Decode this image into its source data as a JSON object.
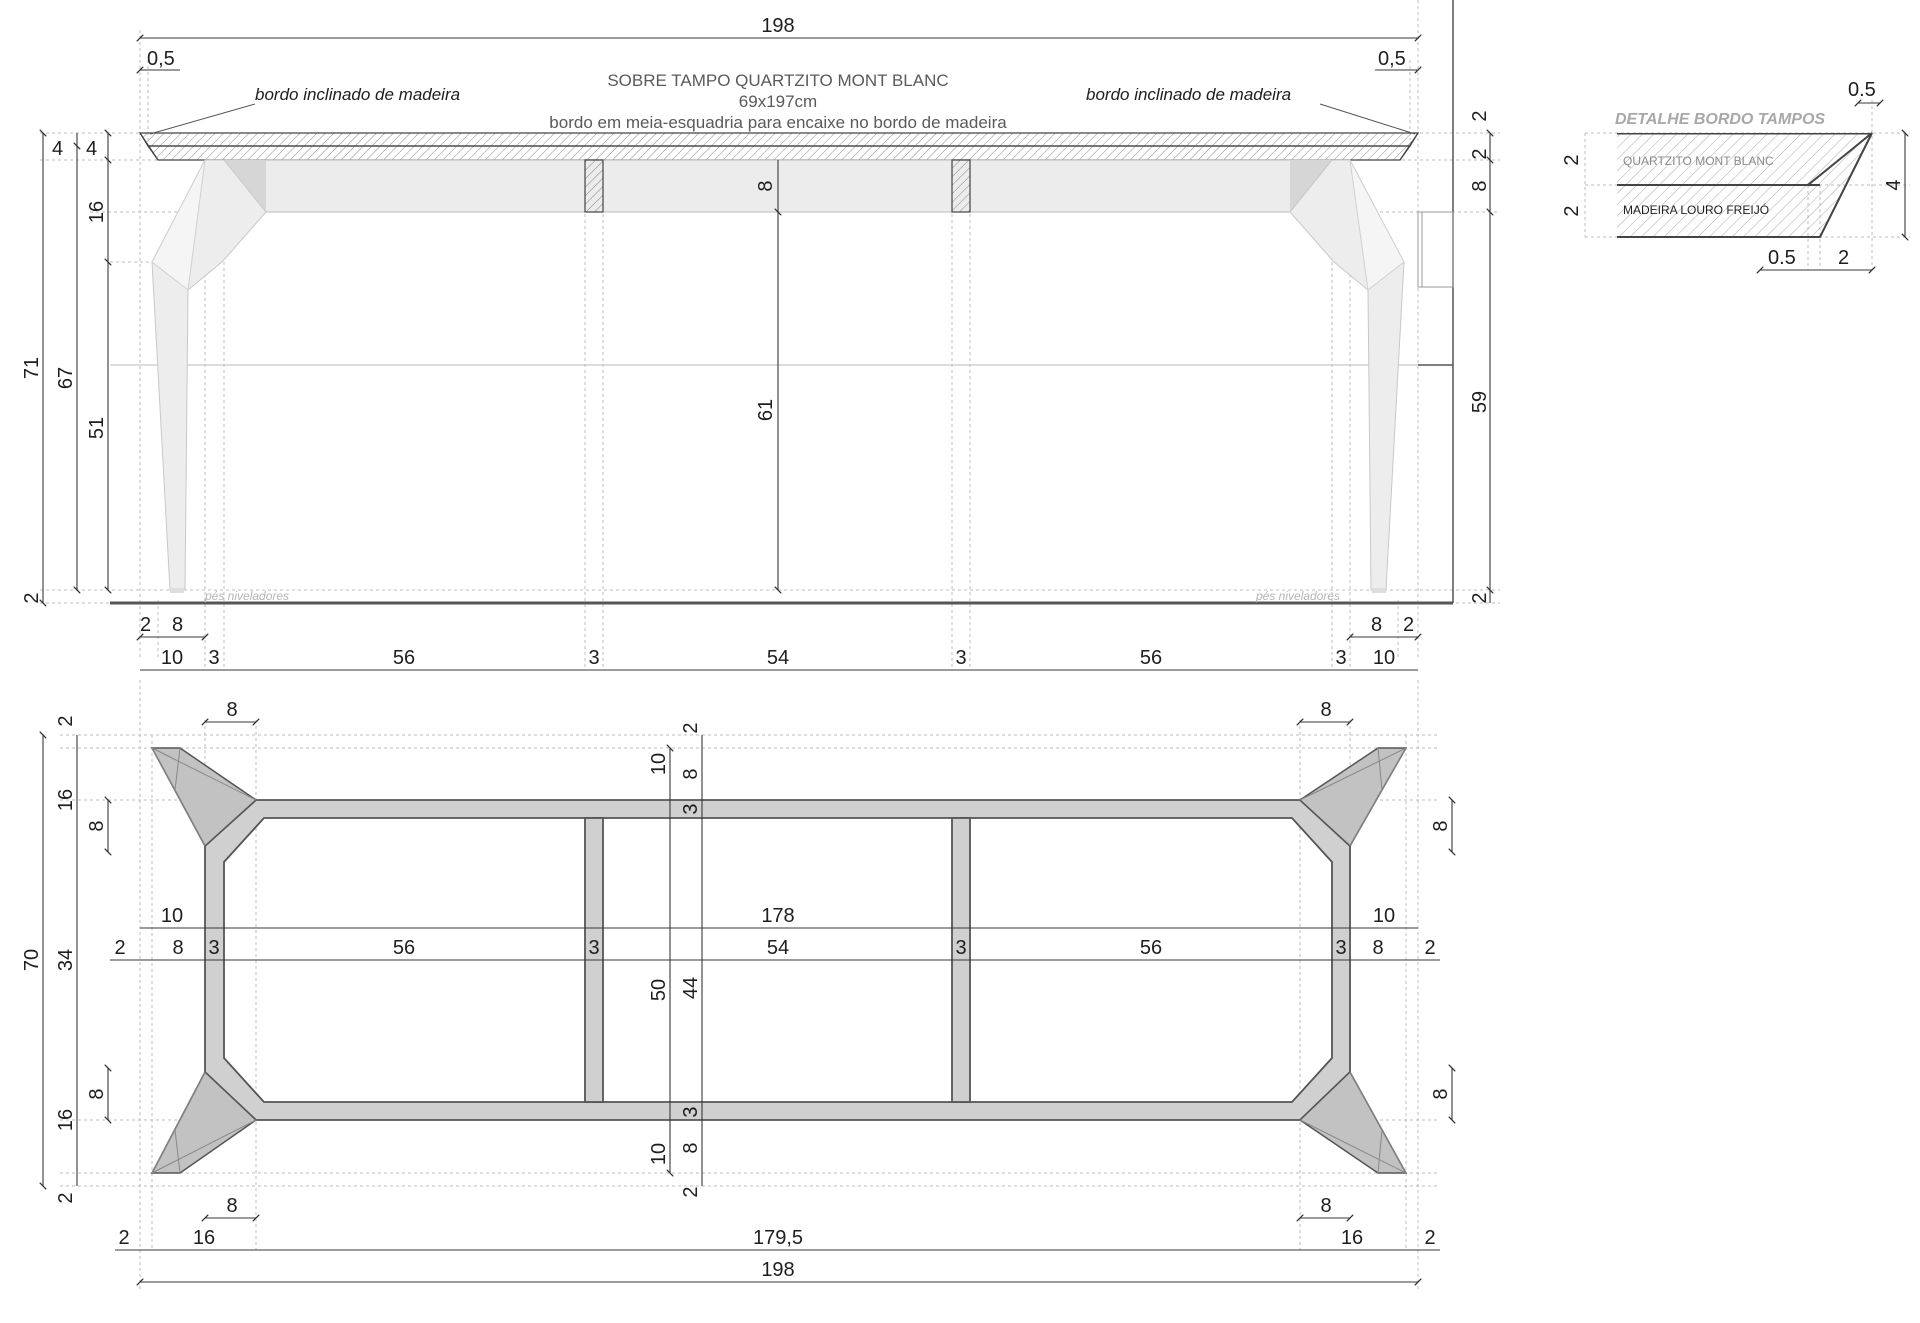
{
  "elevation": {
    "title_line1": "SOBRE TAMPO QUARTZITO MONT BLANC",
    "title_line2": "69x197cm",
    "title_line3": "bordo em meia-esquadria para encaixe no bordo de madeira",
    "note_left": "bordo inclinado de madeira",
    "note_right": "bordo inclinado de madeira",
    "feet_left": "pés niveladores",
    "feet_right": "pés niveladores",
    "dim_total": "198",
    "dim_edge_left": "0,5",
    "dim_edge_right": "0,5",
    "dim_height_total": "71",
    "dim_height_67": "67",
    "dim_top_4a": "4",
    "dim_top_4b": "4",
    "dim_apron_16": "16",
    "dim_leg_51": "51",
    "dim_foot_2": "2",
    "dim_apron_8": "8",
    "dim_clear_61": "61",
    "dim_r_2a": "2",
    "dim_r_2b": "2",
    "dim_r_8": "8",
    "dim_r_59": "59",
    "dim_r_2c": "2",
    "dim_b_2": "2",
    "dim_b_8": "8",
    "dim_b_8r": "8",
    "dim_b_2r": "2",
    "bottom_row": [
      "10",
      "3",
      "56",
      "3",
      "54",
      "3",
      "56",
      "3",
      "10"
    ]
  },
  "detail": {
    "title": "DETALHE BORDO TAMPOS",
    "stone_label": "QUARTZITO MONT BLANC",
    "wood_label": "MADEIRA LOURO FREIJÓ",
    "dim_top": "0.5",
    "dim_left_a": "2",
    "dim_left_b": "2",
    "dim_right": "4",
    "dim_bottom_a": "0.5",
    "dim_bottom_b": "2"
  },
  "plan": {
    "dim_top_8_left": "8",
    "dim_top_8_right": "8",
    "dim_left_2a": "2",
    "dim_left_16a": "16",
    "dim_left_8a": "8",
    "dim_left_70": "70",
    "dim_left_34": "34",
    "dim_left_8b": "8",
    "dim_left_16b": "16",
    "dim_left_2b": "2",
    "dim_right_8a": "8",
    "dim_right_8b": "8",
    "dim_c_2a": "2",
    "dim_c_8a": "8",
    "dim_c_10a": "10",
    "dim_c_3a": "3",
    "dim_c_50": "50",
    "dim_c_44": "44",
    "dim_c_3b": "3",
    "dim_c_8b": "8",
    "dim_c_10b": "10",
    "dim_c_2b": "2",
    "dim_10_left": "10",
    "dim_178": "178",
    "dim_10_right": "10",
    "row_mid": [
      "2",
      "8",
      "3",
      "56",
      "3",
      "54",
      "3",
      "56",
      "3",
      "8",
      "2"
    ],
    "dim_bot_8_left": "8",
    "dim_bot_8_right": "8",
    "row_bottom": [
      "2",
      "16",
      "179,5",
      "16",
      "2"
    ],
    "dim_total": "198"
  }
}
